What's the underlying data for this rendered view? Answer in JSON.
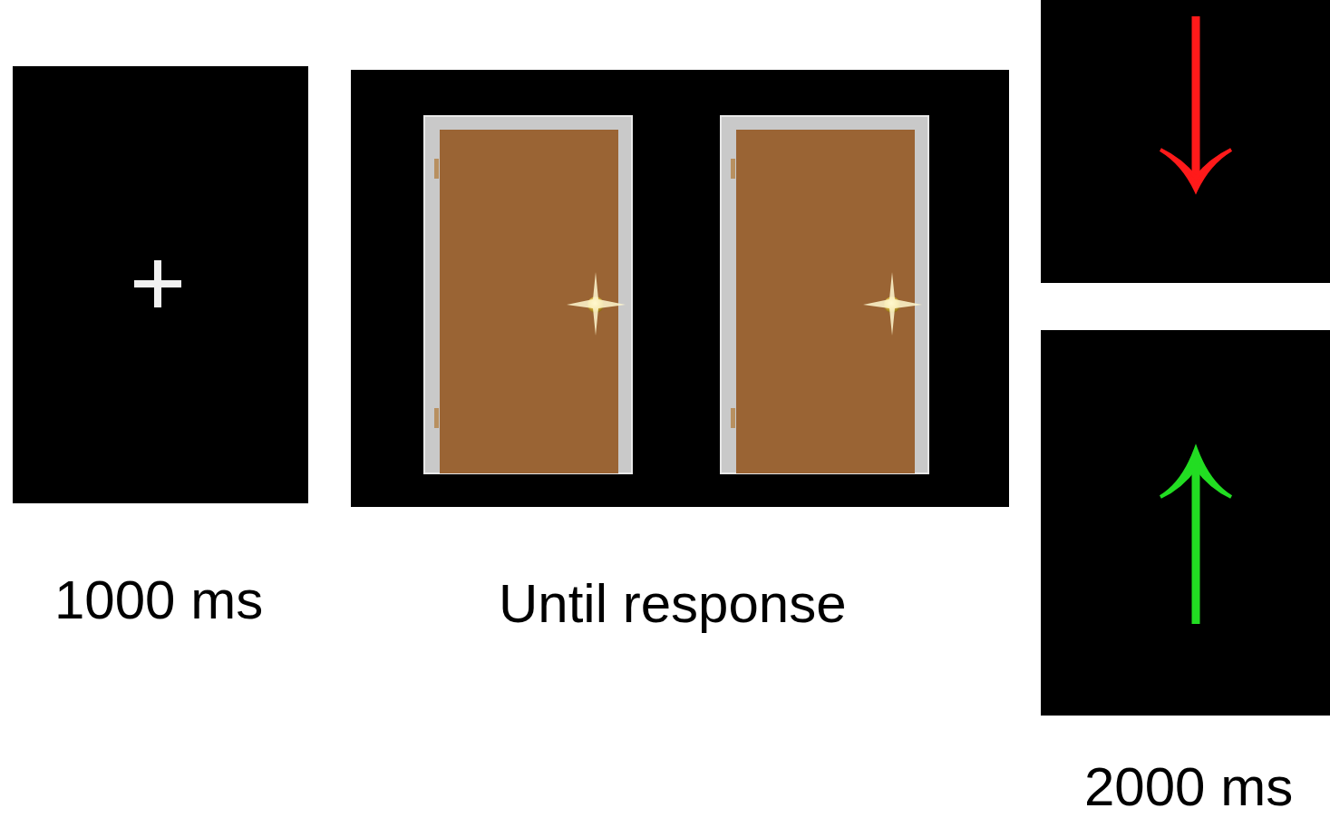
{
  "diagram": {
    "labels": [
      "1000 ms",
      "Until response",
      "2000 ms"
    ]
  }
}
